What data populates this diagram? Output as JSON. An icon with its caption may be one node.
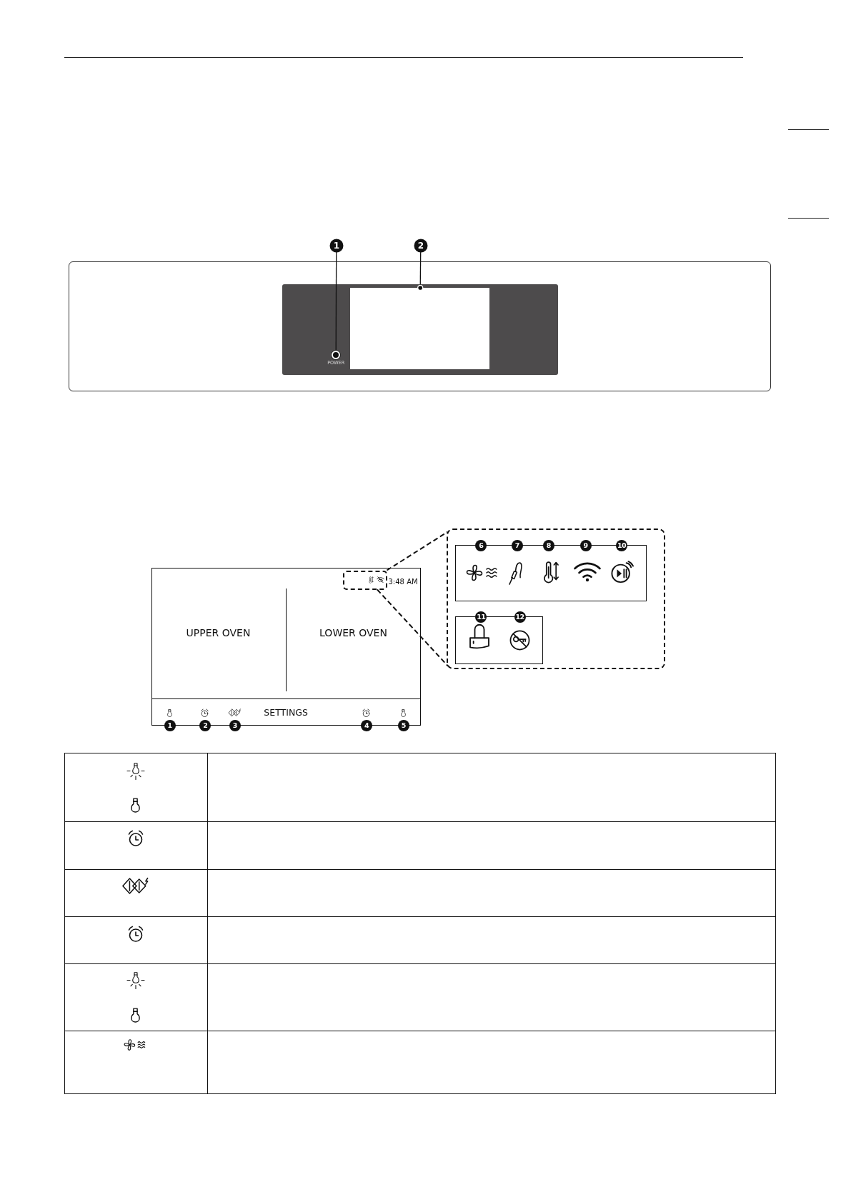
{
  "diagram": {
    "nodes": [
      {
        "text": [
          "1"
        ]
      },
      {
        "text": [
          "2"
        ]
      },
      {
        "text": [],
        "shape": "box"
      },
      {
        "text": [],
        "shape": "box",
        "in": 2
      },
      {
        "text": [],
        "shape": "circle",
        "in": 3,
        "beside": [
          "POWER"
        ]
      },
      {
        "text": [],
        "shape": "box",
        "in": 3
      },
      {
        "text": [
          "3:48 AM",
          "UPPER OVEN",
          "LOWER OVEN",
          "SETTINGS"
        ]
      },
      {
        "text": [],
        "shape": "box",
        "in": 6
      },
      {
        "text": [],
        "shape": "box"
      },
      {
        "text": [],
        "shape": "box",
        "in": 8
      },
      {
        "text": [],
        "shape": "box",
        "in": 8
      }
    ],
    "edges": [
      {
        "from": 0,
        "to": 4,
        "arrow": "none"
      },
      {
        "from": 1,
        "to": 5,
        "arrow": "other"
      },
      {
        "from": 7,
        "to": 8,
        "arrow": "none",
        "style": "dashed"
      },
      {
        "from": 7,
        "to": 8,
        "arrow": "none",
        "style": "dashed"
      }
    ],
    "labels": [
      "1",
      "2",
      "3",
      "4",
      "5",
      "6",
      "7",
      "8",
      "9",
      "10",
      "11",
      "12"
    ]
  }
}
